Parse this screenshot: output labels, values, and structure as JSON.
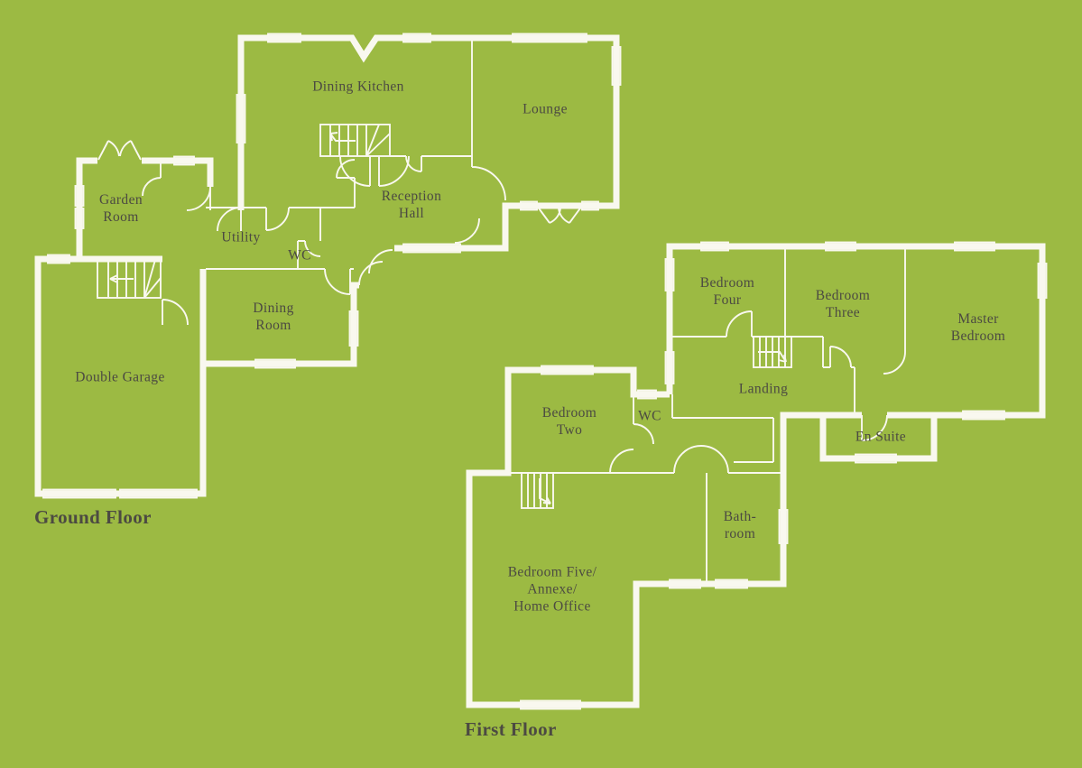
{
  "colors": {
    "background": "#9cba43",
    "wall": "#f9f8ef",
    "text": "#4c4a42"
  },
  "ground_floor": {
    "title": "Ground Floor",
    "rooms": {
      "dining_kitchen": {
        "lines": [
          "Dining Kitchen"
        ]
      },
      "lounge": {
        "lines": [
          "Lounge"
        ]
      },
      "reception_hall": {
        "lines": [
          "Reception",
          "Hall"
        ]
      },
      "garden_room": {
        "lines": [
          "Garden",
          "Room"
        ]
      },
      "utility": {
        "lines": [
          "Utility"
        ]
      },
      "wc": {
        "lines": [
          "WC"
        ]
      },
      "dining_room": {
        "lines": [
          "Dining",
          "Room"
        ]
      },
      "double_garage": {
        "lines": [
          "Double Garage"
        ]
      }
    }
  },
  "first_floor": {
    "title": "First Floor",
    "rooms": {
      "bedroom_four": {
        "lines": [
          "Bedroom",
          "Four"
        ]
      },
      "bedroom_three": {
        "lines": [
          "Bedroom",
          "Three"
        ]
      },
      "master_bedroom": {
        "lines": [
          "Master",
          "Bedroom"
        ]
      },
      "landing": {
        "lines": [
          "Landing"
        ]
      },
      "en_suite": {
        "lines": [
          "En Suite"
        ]
      },
      "bedroom_two": {
        "lines": [
          "Bedroom",
          "Two"
        ]
      },
      "wc": {
        "lines": [
          "WC"
        ]
      },
      "bathroom": {
        "lines": [
          "Bath-",
          "room"
        ]
      },
      "bedroom_five": {
        "lines": [
          "Bedroom Five/",
          "Annexe/",
          "Home Office"
        ]
      }
    }
  }
}
